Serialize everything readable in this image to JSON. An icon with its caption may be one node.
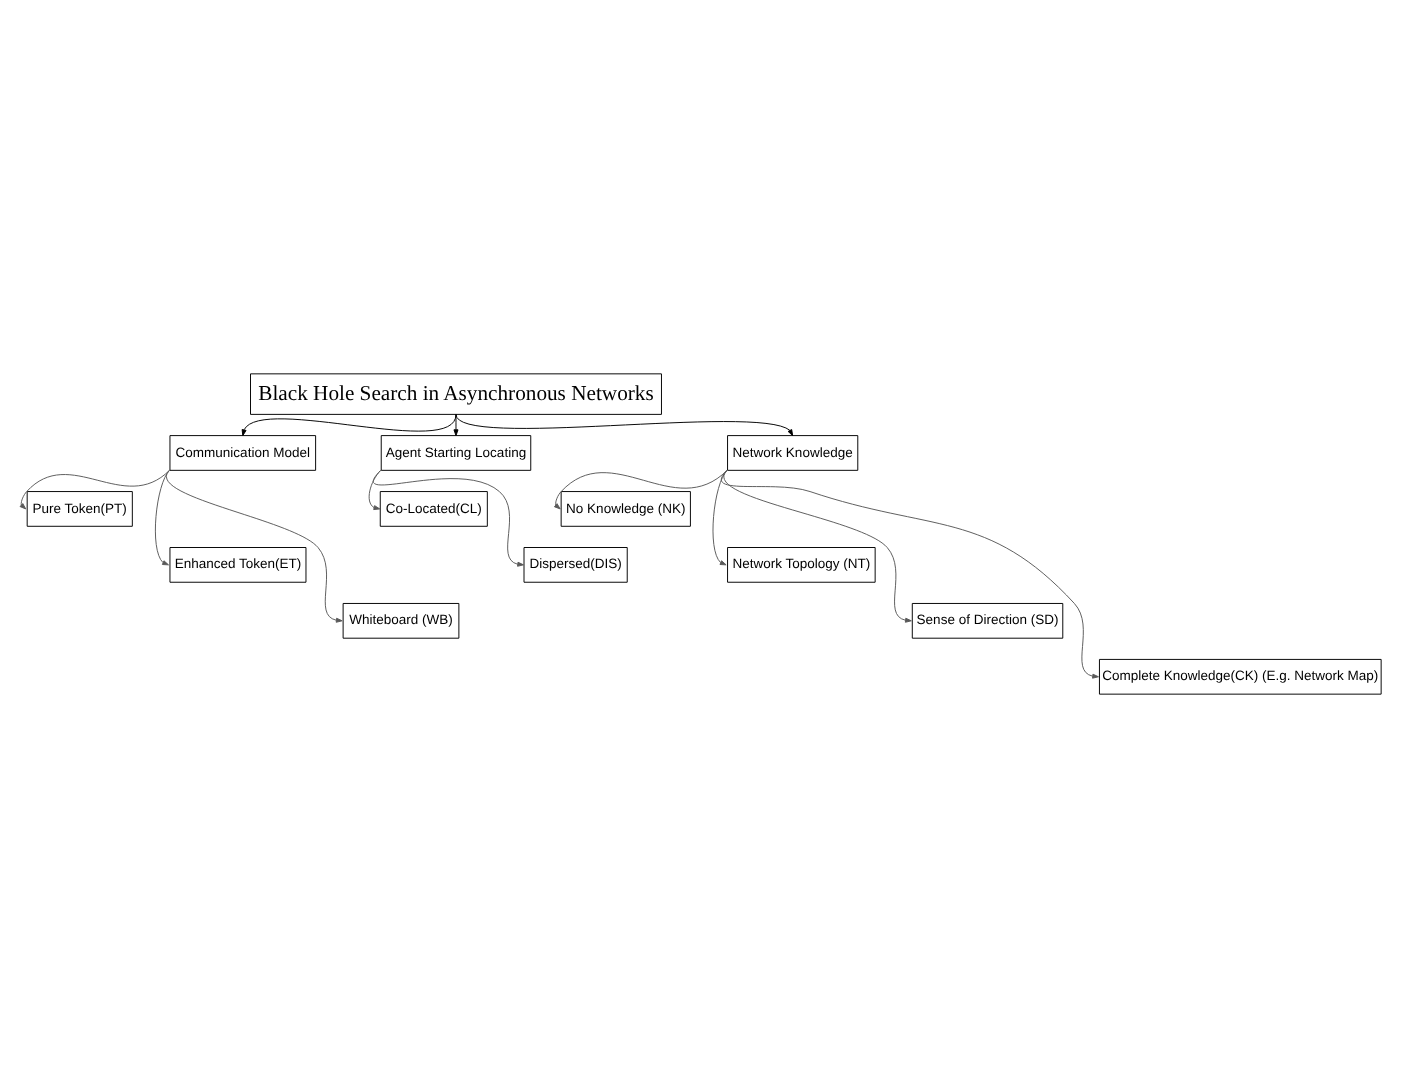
{
  "diagram": {
    "nodes": [
      {
        "text": [
          "Black Hole Search in Asynchronous Networks"
        ]
      },
      {
        "text": [
          "Communication Model"
        ]
      },
      {
        "text": [
          "Pure Token(PT)"
        ]
      },
      {
        "text": [
          "Enhanced Token(ET)"
        ]
      },
      {
        "text": [
          "Whiteboard (WB)"
        ]
      },
      {
        "text": [
          "Agent Starting Locating"
        ]
      },
      {
        "text": [
          "Co-Located(CL)"
        ]
      },
      {
        "text": [
          "Dispersed(DIS)"
        ]
      },
      {
        "text": [
          "Network Knowledge"
        ]
      },
      {
        "text": [
          "No Knowledge (NK)"
        ]
      },
      {
        "text": [
          "Network Topology (NT)"
        ]
      },
      {
        "text": [
          "Sense of Direction (SD)"
        ]
      },
      {
        "text": [
          "Complete Knowledge(CK) (E.g. Network Map)"
        ]
      }
    ],
    "edges": [
      {
        "from": 0,
        "to": 1,
        "arrow": "to",
        "color": "#000000"
      },
      {
        "from": 0,
        "to": 5,
        "arrow": "to",
        "color": "#000000"
      },
      {
        "from": 0,
        "to": 8,
        "arrow": "to",
        "color": "#000000"
      },
      {
        "from": 1,
        "to": 2,
        "arrow": "to"
      },
      {
        "from": 1,
        "to": 3,
        "arrow": "to"
      },
      {
        "from": 1,
        "to": 4,
        "arrow": "to"
      },
      {
        "from": 5,
        "to": 6,
        "arrow": "to"
      },
      {
        "from": 5,
        "to": 7,
        "arrow": "to"
      },
      {
        "from": 8,
        "to": 9,
        "arrow": "to"
      },
      {
        "from": 8,
        "to": 10,
        "arrow": "to"
      },
      {
        "from": 8,
        "to": 11,
        "arrow": "to"
      },
      {
        "from": 8,
        "to": 12,
        "arrow": "to"
      }
    ]
  }
}
